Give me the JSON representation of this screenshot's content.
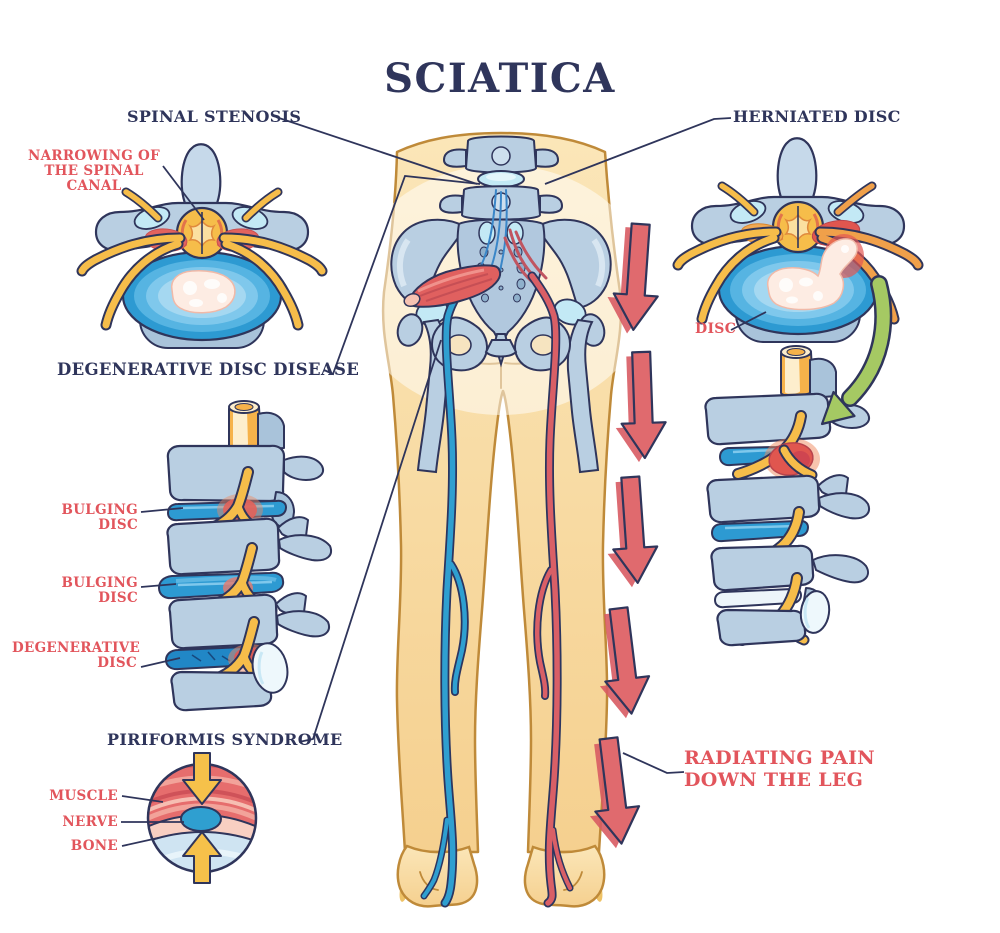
{
  "title": "SCIATICA",
  "palette": {
    "navy_outline": "#2f355b",
    "red_label": "#e2555c",
    "skin": "#f8dca6",
    "skin_edge": "#bf8a39",
    "bone_blue": "#b9cfe2",
    "disc_blue": "#2d9ad2",
    "nerve_yellow": "#f6bd4a",
    "nerve_blue": "#2f9fd0",
    "nerve_red": "#d95f66",
    "arrow_red": "#e06a6e",
    "arrow_green": "#a5c963",
    "muscle_red": "#e66d6d"
  },
  "sections": {
    "spinal_stenosis": {
      "label": "SPINAL STENOSIS",
      "callout": "NARROWING OF THE SPINAL CANAL"
    },
    "herniated_disc": {
      "label": "HERNIATED DISC",
      "callout": "DISC"
    },
    "degenerative_disc_disease": {
      "label": "DEGENERATIVE DISC DISEASE",
      "callouts": [
        "BULGING DISC",
        "BULGING DISC",
        "DEGENERATIVE DISC"
      ]
    },
    "piriformis_syndrome": {
      "label": "PIRIFORMIS SYNDROME",
      "callouts": [
        "MUSCLE",
        "NERVE",
        "BONE"
      ]
    },
    "radiating_pain": {
      "label": "RADIATING PAIN DOWN THE LEG"
    }
  }
}
